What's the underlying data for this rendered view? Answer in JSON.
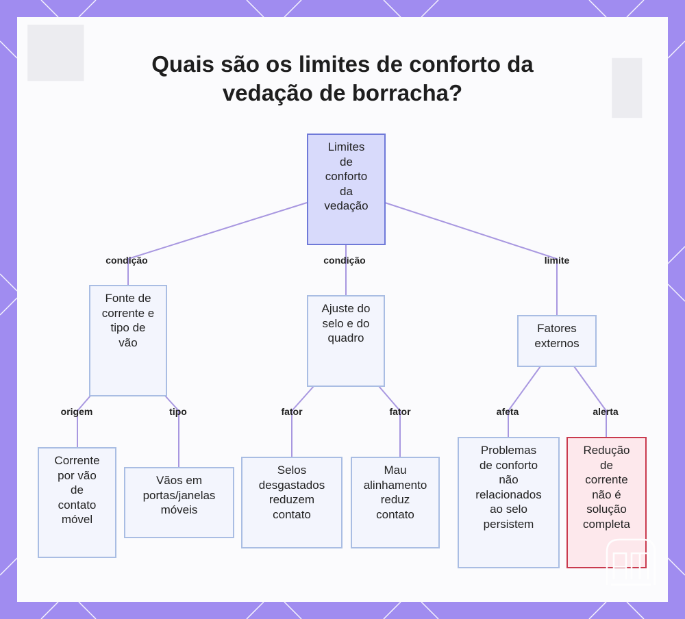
{
  "title": {
    "line1": "Quais são os limites de conforto da",
    "line2": "vedação de borracha?"
  },
  "diagram": {
    "nodes": {
      "root": "Limites\nde\nconforto\nda\nvedação",
      "fonte": "Fonte de\ncorrente e\ntipo de\nvão",
      "ajuste": "Ajuste do\nselo e do\nquadro",
      "fatores": "Fatores\nexternos",
      "corrente": "Corrente\npor vão\nde\ncontato\nmóvel",
      "vaos": "Vãos em\nportas/janelas\nmóveis",
      "selos": "Selos\ndesgastados\nreduzem\ncontato",
      "mau": "Mau\nalinhamento\nreduz\ncontato",
      "problemas": "Problemas\nde conforto\nnão\nrelacionados\nao selo\npersistem",
      "reducao": "Redução\nde\ncorrente\nnão é\nsolução\ncompleta"
    },
    "edges": {
      "root_fonte": "condição",
      "root_ajuste": "condição",
      "root_fatores": "limite",
      "fonte_corrente": "origem",
      "fonte_vaos": "tipo",
      "ajuste_selos": "fator",
      "ajuste_mau": "fator",
      "fatores_problemas": "afeta",
      "fatores_reducao": "alerta"
    },
    "colors": {
      "background": "#a08cf0",
      "node_fill": "#f3f5fd",
      "node_border": "#a9bde3",
      "root_fill": "#d8dafb",
      "root_border": "#6f79d8",
      "alert_fill": "#fde8ec",
      "alert_border": "#c93a4e",
      "connector": "#a897e0"
    }
  }
}
